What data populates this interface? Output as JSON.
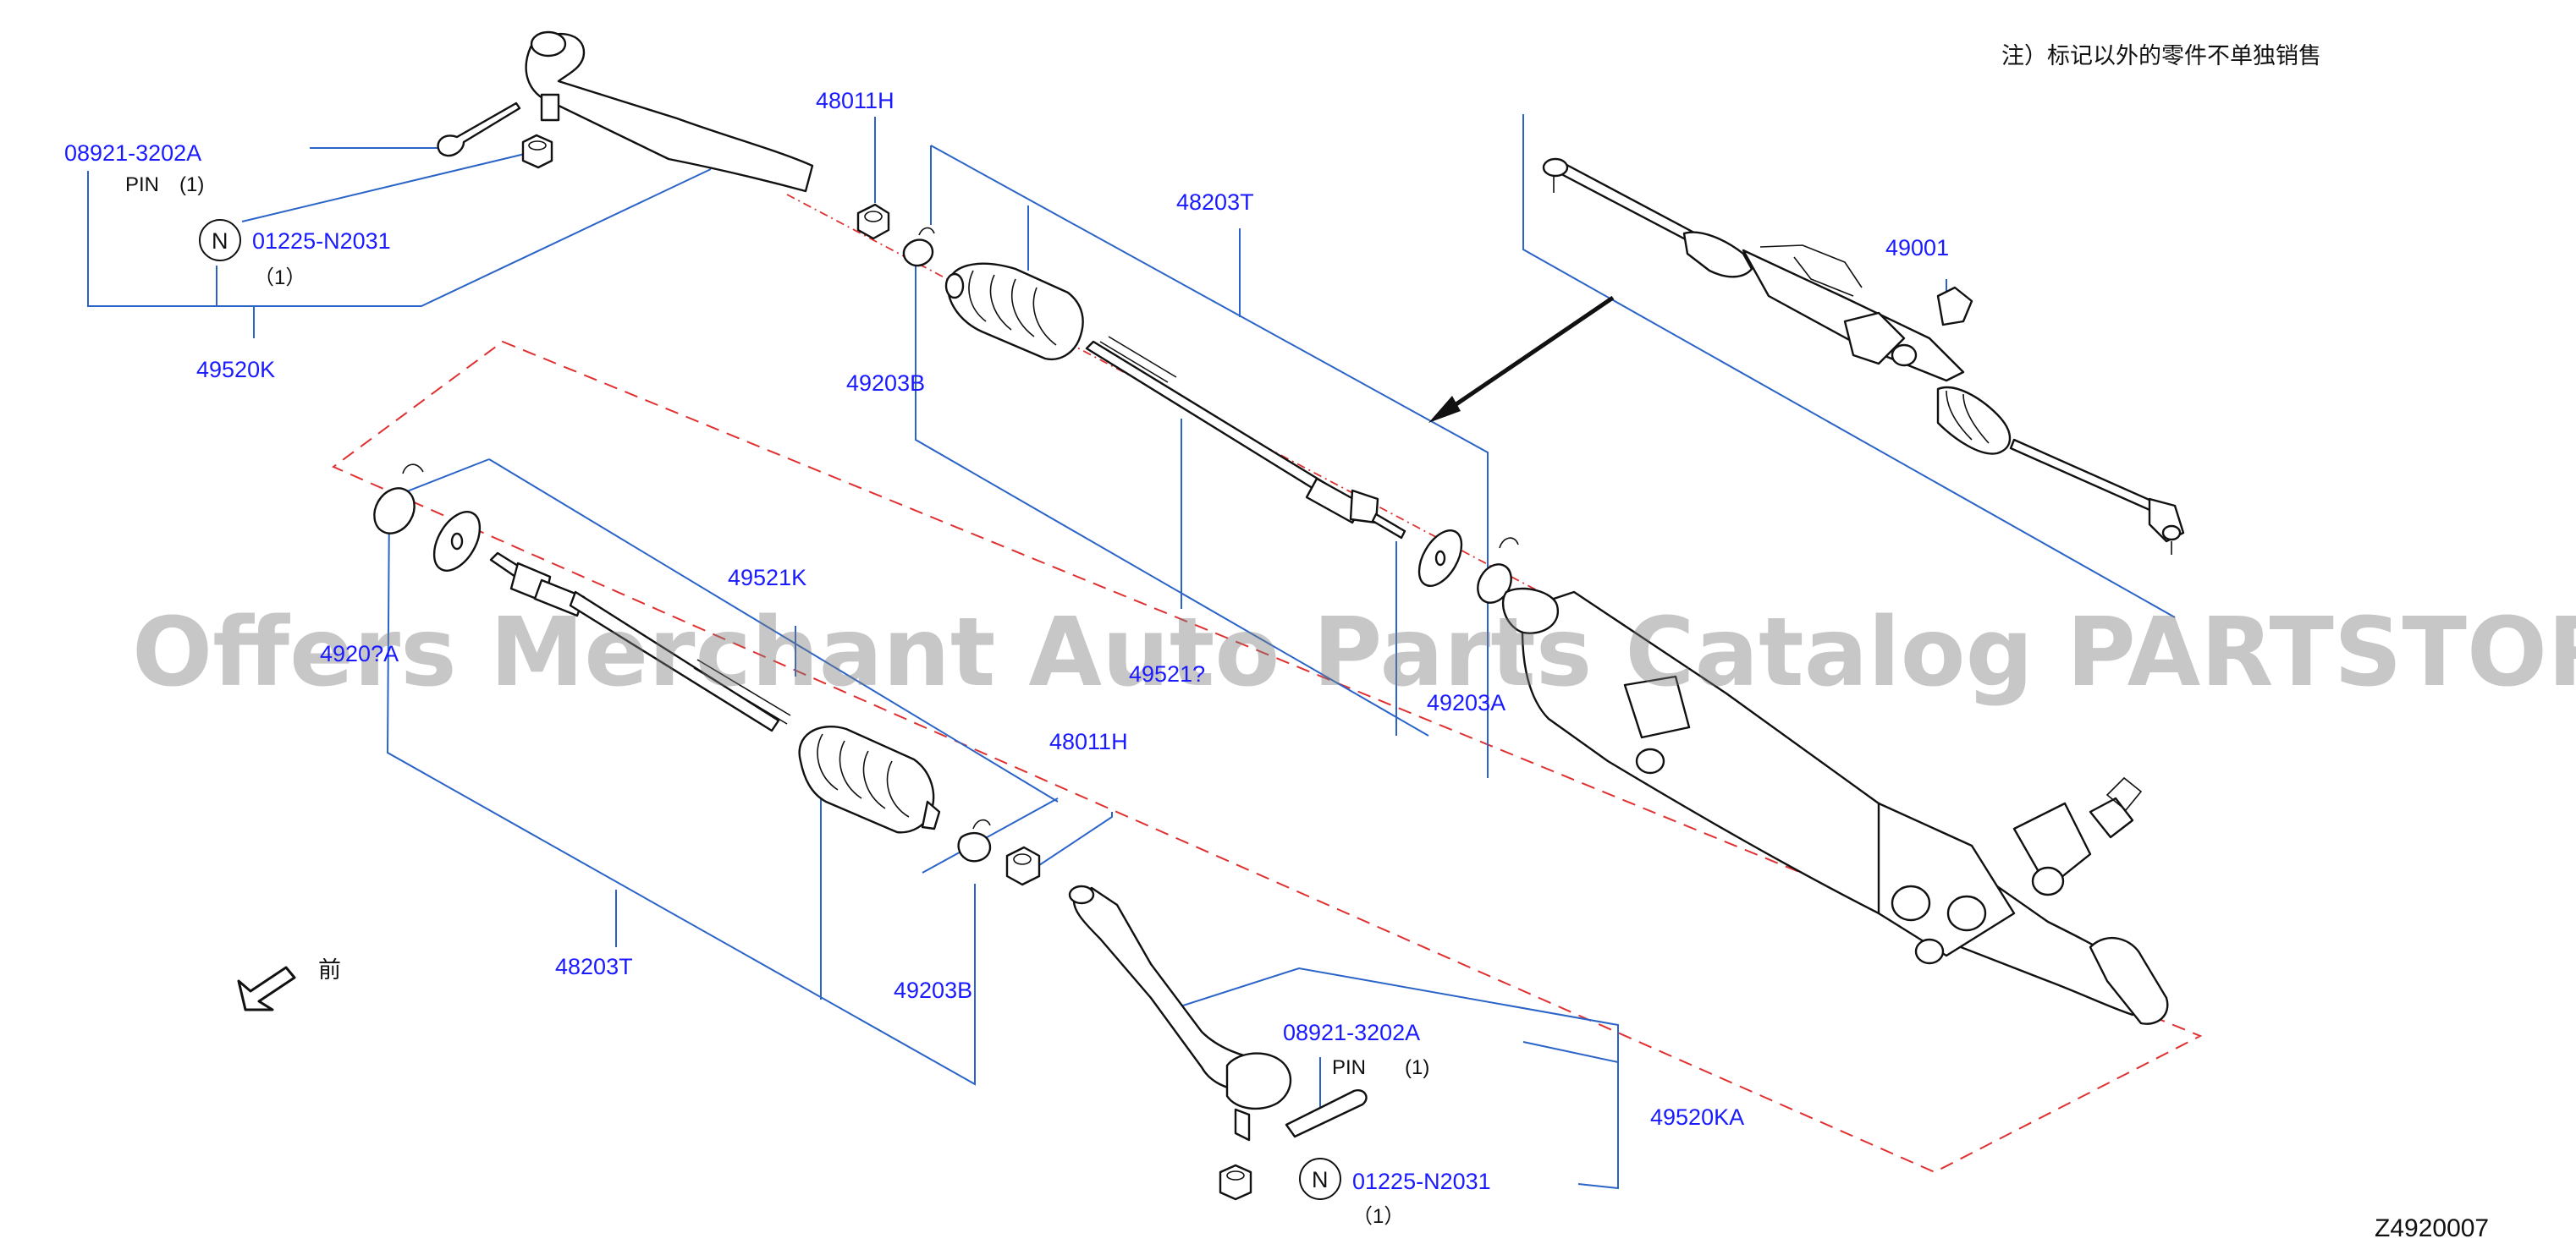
{
  "note": "注）标记以外的零件不单独销售",
  "watermark": "Offers Merchant Auto Parts Catalog PARTSTORE.SA",
  "diagram_code": "Z4920007",
  "front_label": "前",
  "labels": {
    "pin_upper_part": "08921-3202A",
    "pin_upper_name": "PIN",
    "pin_upper_qty": "(1)",
    "nut_upper_mark": "N",
    "nut_upper_part": "01225-N2031",
    "nut_upper_qty": "（1）",
    "tie_rod_end_upper": "49520K",
    "boot_clamp_upper": "48011H",
    "boot_kit_upper": "48203T",
    "clamp_upper": "49203B",
    "gear_assembly": "49001",
    "inner_rod_left": "49521K",
    "clamp_left_partial": "4920?A",
    "inner_rod_right_partial": "49521?",
    "clamp_right": "49203A",
    "boot_clamp_lower": "48011H",
    "boot_kit_lower": "48203T",
    "clamp_lower": "49203B",
    "pin_lower_part": "08921-3202A",
    "pin_lower_name": "PIN",
    "pin_lower_qty": "(1)",
    "tie_rod_end_lower": "49520KA",
    "nut_lower_mark": "N",
    "nut_lower_part": "01225-N2031",
    "nut_lower_qty": "（1）"
  },
  "colors": {
    "part_number": "#1a1aff",
    "leader": "#2a64c8",
    "dashed": "#e03030",
    "line": "#111111"
  }
}
